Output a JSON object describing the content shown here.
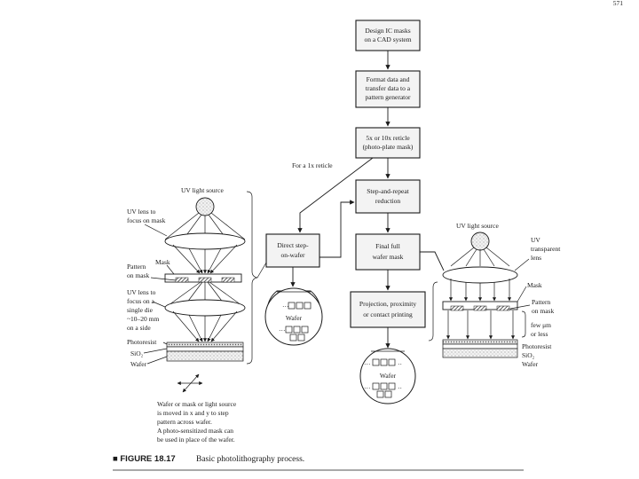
{
  "flow": {
    "design_masks": [
      "Design IC masks",
      "on a CAD system"
    ],
    "format_data": [
      "Format data and",
      "transfer data to a",
      "pattern generator"
    ],
    "reticle": [
      "5x or 10x reticle",
      "(photo-plate mask)"
    ],
    "step_repeat": [
      "Step-and-repeat",
      "reduction"
    ],
    "final_mask": [
      "Final full",
      "wafer mask"
    ],
    "projection": [
      "Projection, proximity",
      "or contact printing"
    ],
    "direct_step": [
      "Direct step-",
      "on-wafer"
    ],
    "for_1x": "For a 1x reticle"
  },
  "left_setup": {
    "uv_source": "UV light source",
    "uv_lens_mask": [
      "UV lens to",
      "focus on mask"
    ],
    "mask": "Mask",
    "pattern_on_mask": [
      "Pattern",
      "on mask"
    ],
    "uv_lens_die": [
      "UV lens to",
      "focus on a",
      "single die",
      "~10–20 mm",
      "on a side"
    ],
    "photoresist": "Photoresist",
    "sio2": "SiO₂",
    "wafer": "Wafer",
    "note": [
      "Wafer or mask or light source",
      "is moved in x and y to step",
      "pattern across wafer.",
      "A photo-sensitized mask can",
      "be used in place of the wafer."
    ]
  },
  "right_setup": {
    "uv_source": "UV light source",
    "uv_lens": [
      "UV",
      "transparent",
      "lens"
    ],
    "mask": "Mask",
    "pattern_on_mask": [
      "Pattern",
      "on mask"
    ],
    "gap": [
      "few μm",
      "or less"
    ],
    "photoresist": "Photoresist",
    "sio2": "SiO₂",
    "wafer": "Wafer"
  },
  "wafers": {
    "label": "Wafer"
  },
  "caption": {
    "fig": "■ FIGURE 18.17",
    "text": "Basic photolithography process."
  },
  "page_number": "571"
}
